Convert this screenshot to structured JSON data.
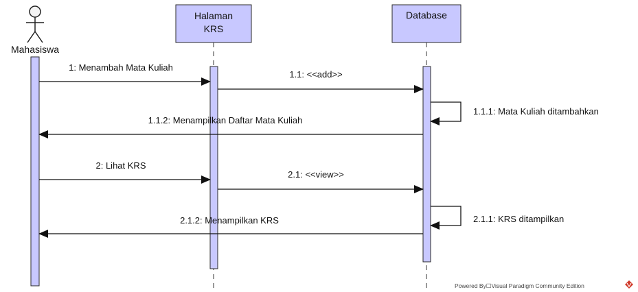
{
  "colors": {
    "box_fill": "#c8c8ff",
    "box_stroke": "#2a2a2a",
    "activation_fill": "#c8c8ff",
    "line": "#111111",
    "vp_logo": "#d03a2a"
  },
  "actor": {
    "label": "Mahasiswa"
  },
  "lifelines": [
    {
      "id": "halaman",
      "label_line1": "Halaman",
      "label_line2": "KRS"
    },
    {
      "id": "database",
      "label": "Database"
    }
  ],
  "messages": [
    {
      "id": "m1",
      "label": "1: Menambah Mata Kuliah"
    },
    {
      "id": "m11",
      "label": "1.1: <<add>>"
    },
    {
      "id": "m111",
      "label": "1.1.1: Mata Kuliah ditambahkan"
    },
    {
      "id": "m112",
      "label": "1.1.2: Menampilkan Daftar Mata Kuliah"
    },
    {
      "id": "m2",
      "label": "2: Lihat KRS"
    },
    {
      "id": "m21",
      "label": "2.1: <<view>>"
    },
    {
      "id": "m211",
      "label": "2.1.1: KRS ditampilkan"
    },
    {
      "id": "m212",
      "label": "2.1.2: Menampilkan KRS"
    }
  ],
  "watermark": {
    "text": "Powered By☐Visual Paradigm Community Edition",
    "logo_icon": "visual-paradigm-logo-icon"
  }
}
